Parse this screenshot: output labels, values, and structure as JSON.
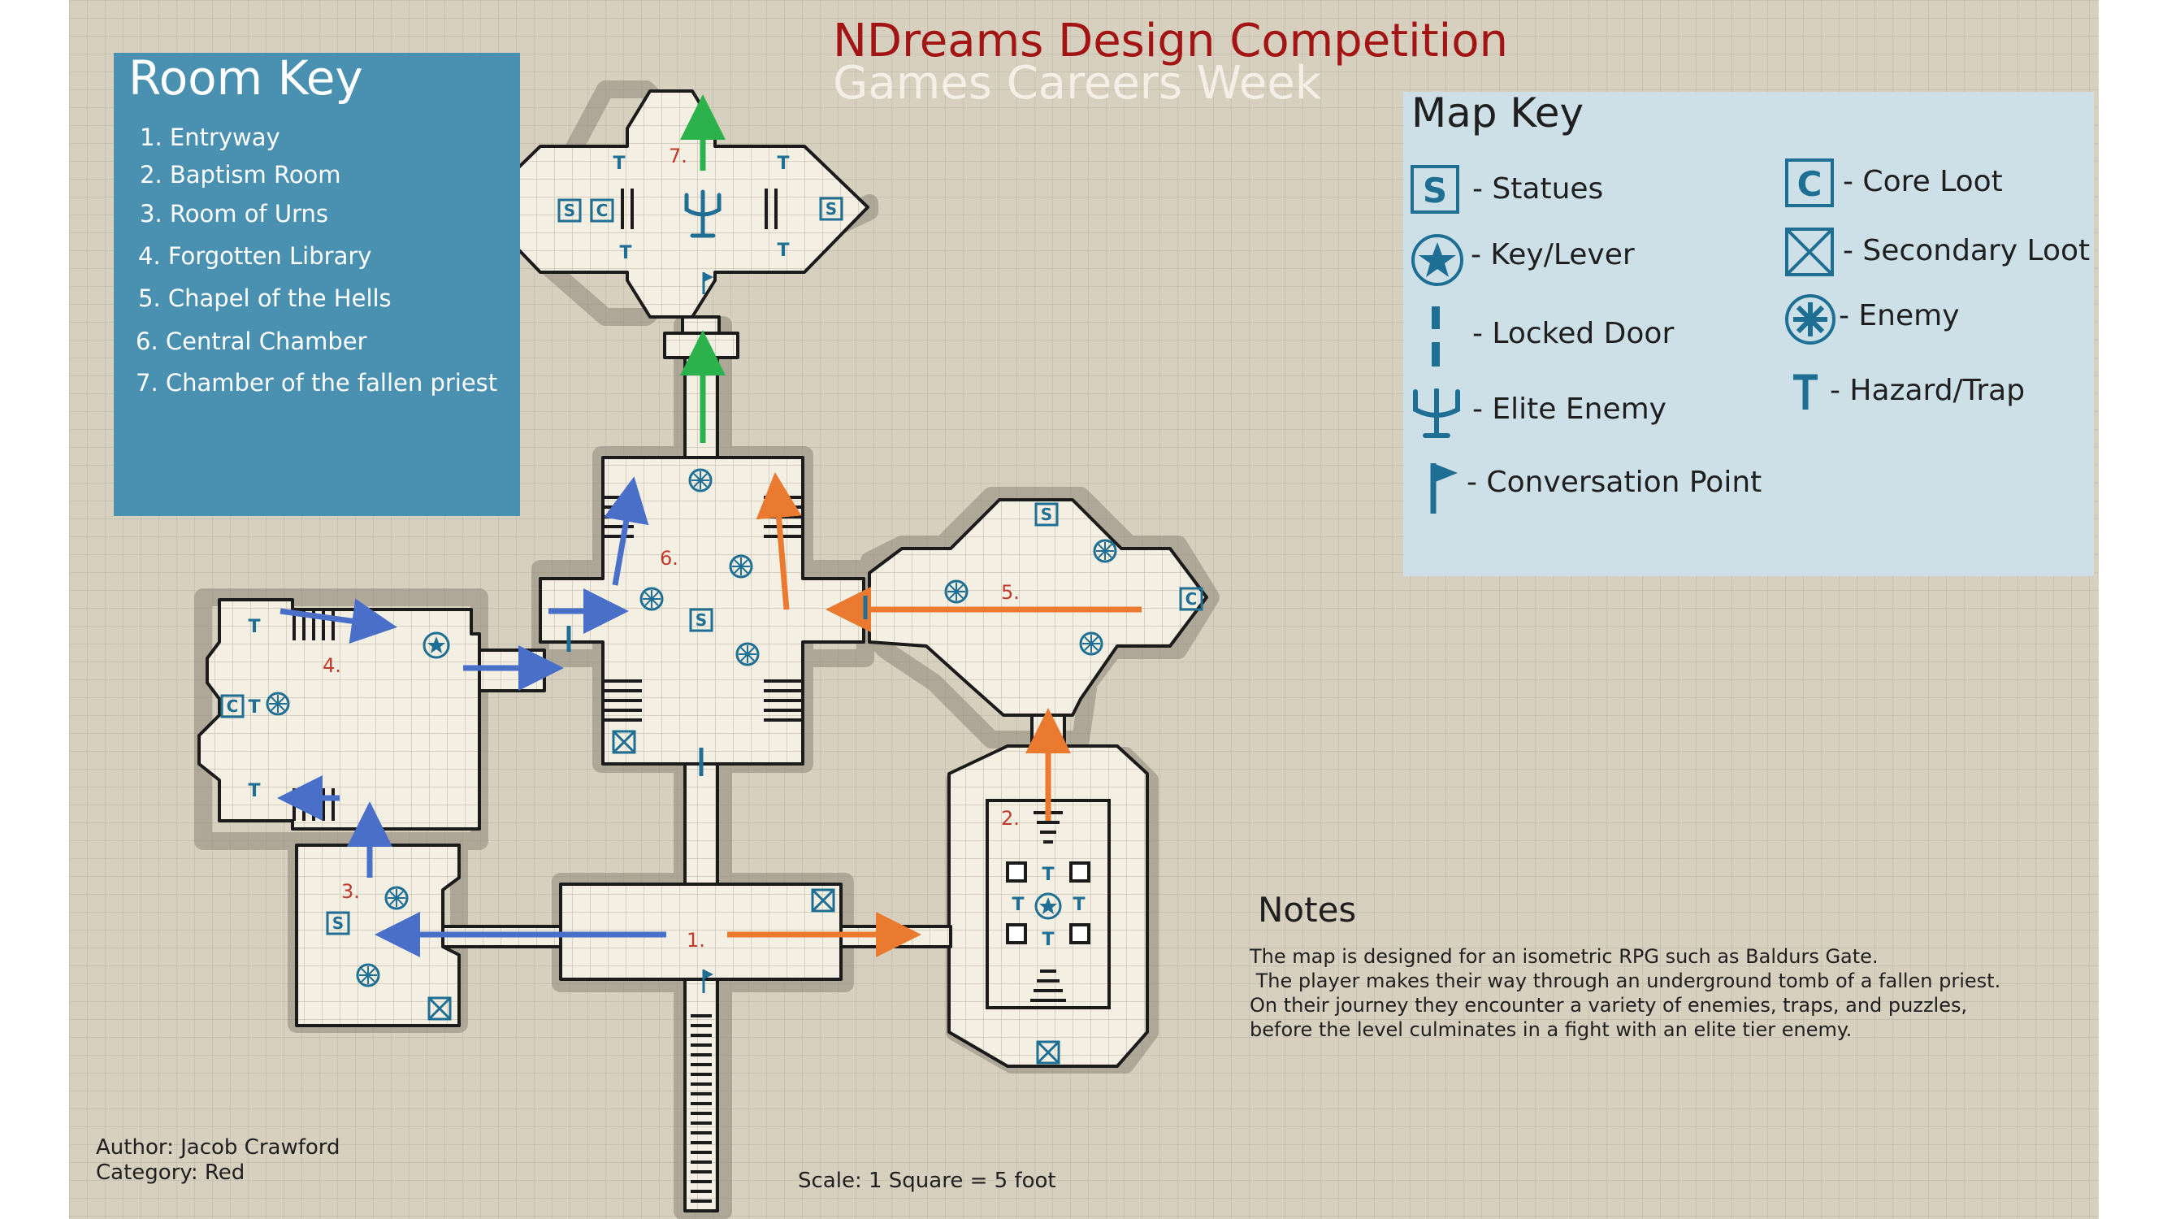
{
  "header": {
    "title": "NDreams Design Competition",
    "subtitle": "Games Careers Week",
    "title_color": "#a31515"
  },
  "room_key": {
    "title": "Room Key",
    "background": "#4a90b0",
    "rooms": [
      "1. Entryway",
      "2. Baptism Room",
      "3. Room of Urns",
      "4. Forgotten Library",
      "5. Chapel of the Hells",
      "6. Central Chamber",
      "7. Chamber of the fallen priest"
    ]
  },
  "map_key": {
    "title": "Map Key",
    "background": "#cde0e8",
    "icon_color": "#1e6f93",
    "items": [
      {
        "icon": "statue-icon",
        "label": "- Statues"
      },
      {
        "icon": "key-lever-icon",
        "label": "- Key/Lever"
      },
      {
        "icon": "locked-door-icon",
        "label": "- Locked Door"
      },
      {
        "icon": "elite-enemy-icon",
        "label": "- Elite Enemy"
      },
      {
        "icon": "conversation-point-icon",
        "label": "- Conversation Point"
      },
      {
        "icon": "core-loot-icon",
        "label": "- Core Loot"
      },
      {
        "icon": "secondary-loot-icon",
        "label": "- Secondary Loot"
      },
      {
        "icon": "enemy-icon",
        "label": "- Enemy"
      },
      {
        "icon": "hazard-trap-icon",
        "label": "- Hazard/Trap"
      }
    ]
  },
  "map": {
    "room_numbers": [
      "1.",
      "2.",
      "3.",
      "4.",
      "5.",
      "6.",
      "7."
    ],
    "room_number_color": "#c0392b",
    "glyphs": {
      "statue": "S",
      "core_loot": "C",
      "trap": "T"
    },
    "arrow_colors": {
      "blue": "#4a6fc9",
      "orange": "#ea7a2f",
      "green": "#2bb24c"
    },
    "floor_color": "#f4efe3",
    "wall_color": "#1b1b1b"
  },
  "notes": {
    "title": "Notes",
    "lines": [
      "The map is designed for an isometric RPG such as Baldurs Gate.",
      " The player makes their way through an underground tomb of a fallen priest.",
      "On their journey they encounter a variety of enemies, traps, and puzzles,",
      "before the level culminates in a fight with an elite tier enemy."
    ]
  },
  "footer": {
    "author": "Author: Jacob Crawford",
    "category": "Category: Red",
    "scale": "Scale: 1 Square = 5 foot"
  }
}
